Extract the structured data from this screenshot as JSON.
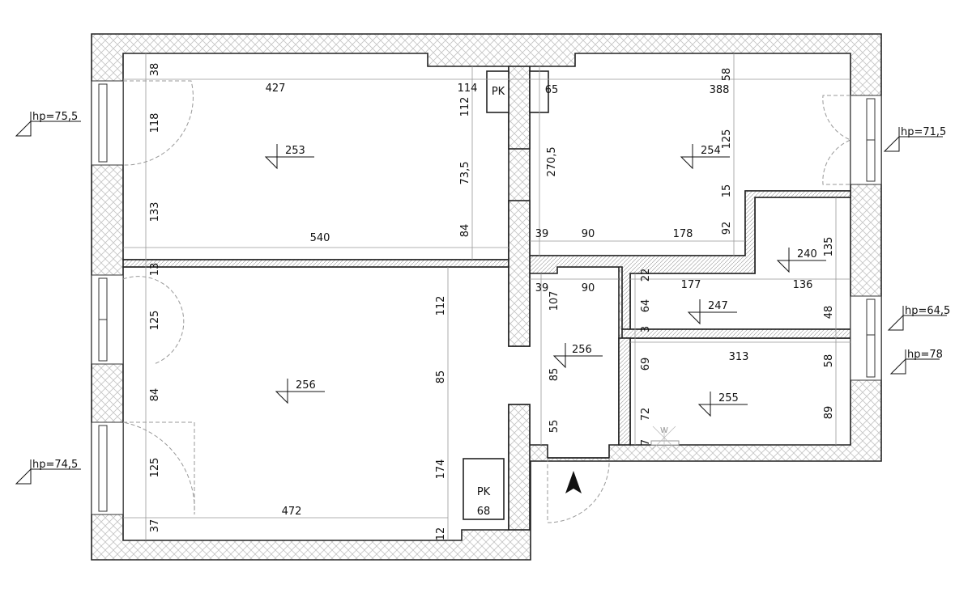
{
  "title": "Floor plan with room heights and dimensions",
  "rooms": [
    {
      "id": "room-1",
      "height": "253"
    },
    {
      "id": "room-2",
      "height": "254"
    },
    {
      "id": "room-3",
      "height": "240"
    },
    {
      "id": "room-4",
      "height": "247"
    },
    {
      "id": "hall",
      "height": "256"
    },
    {
      "id": "room-5",
      "height": "255"
    },
    {
      "id": "room-6",
      "height": "256"
    }
  ],
  "window_sills": [
    "hp=75,5",
    "hp=71,5",
    "hp=64,5",
    "hp=78",
    "hp=74,5"
  ],
  "chimneys": {
    "label": "PK",
    "pk2_value": "68"
  },
  "water_point": "W",
  "dimensions": {
    "h": [
      "427",
      "114",
      "65",
      "388",
      "540",
      "39",
      "90",
      "178",
      "39",
      "90",
      "177",
      "136",
      "313",
      "472"
    ],
    "v": [
      "38",
      "118",
      "133",
      "13",
      "125",
      "84",
      "125",
      "37",
      "112",
      "73,5",
      "84",
      "112",
      "85",
      "174",
      "12",
      "270,5",
      "58",
      "125",
      "15",
      "92",
      "107",
      "85",
      "55",
      "22",
      "64",
      "3",
      "69",
      "72",
      "7",
      "135",
      "48",
      "58",
      "89"
    ]
  }
}
